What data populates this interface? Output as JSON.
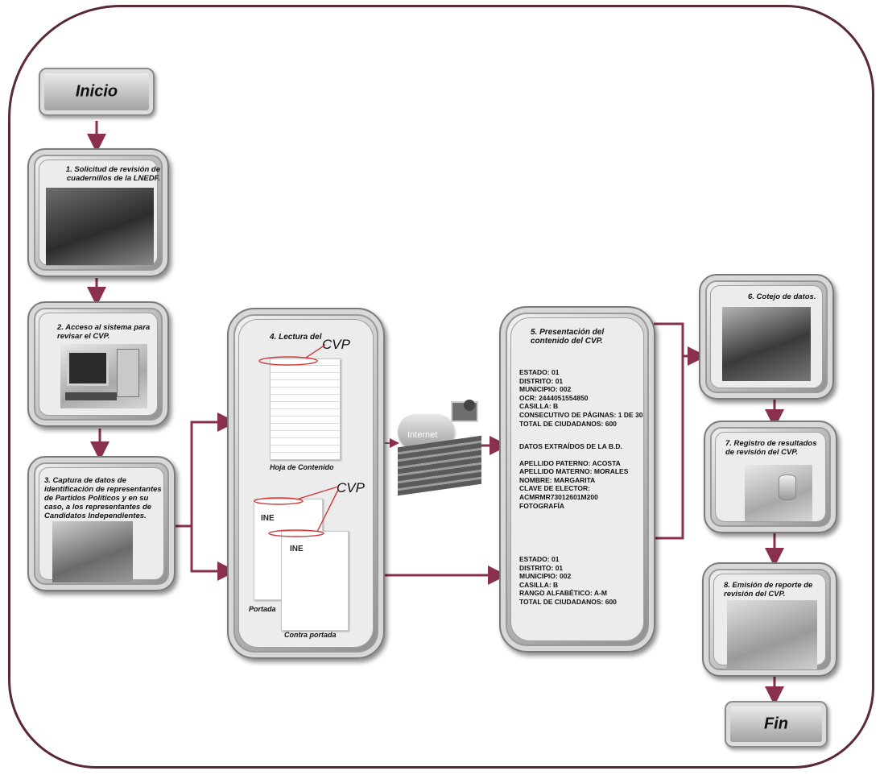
{
  "start": "Inicio",
  "end": "Fin",
  "steps": {
    "s1": "1. Solicitud de revisión de cuadernillos de la LNEDF.",
    "s2": "2. Acceso al sistema para revisar el CVP.",
    "s3": "3. Captura de datos de identificación de representantes de Partidos Políticos y en su caso, a los representantes de Candidatos Independientes.",
    "s4": "4. Lectura del",
    "s5": "5. Presentación del contenido del CVP.",
    "s6": "6. Cotejo de datos.",
    "s7": "7. Registro de resultados de revisión del CVP.",
    "s8": "8. Emisión de reporte de revisión del CVP."
  },
  "cvp_label": "CVP",
  "doc_labels": {
    "hoja": "Hoja de Contenido",
    "portada": "Portada",
    "contra": "Contra portada",
    "ine": "INE",
    "internet": "Internet"
  },
  "block_a": [
    "ESTADO: 01",
    "DISTRITO: 01",
    "MUNICIPIO: 002",
    "OCR: 2444051554850",
    "CASILLA: B",
    "CONSECUTIVO DE PÁGINAS: 1 DE 30",
    "TOTAL DE CIUDADANOS: 600"
  ],
  "block_b": [
    "DATOS EXTRAÍDOS  DE LA B.D.",
    "",
    "APELLIDO PATERNO: ACOSTA",
    "APELLIDO MATERNO: MORALES",
    "NOMBRE: MARGARITA",
    "CLAVE DE ELECTOR:",
    "ACMRMR73012601M200",
    "FOTOGRAFÍA"
  ],
  "block_c": [
    "ESTADO: 01",
    "DISTRITO: 01",
    "MUNICIPIO: 002",
    "CASILLA: B",
    "RANGO ALFABÉTICO: A-M",
    "TOTAL DE CIUDADANOS: 600"
  ],
  "colors": {
    "connector": "#8b2f4f",
    "frame": "#5a2a33"
  }
}
